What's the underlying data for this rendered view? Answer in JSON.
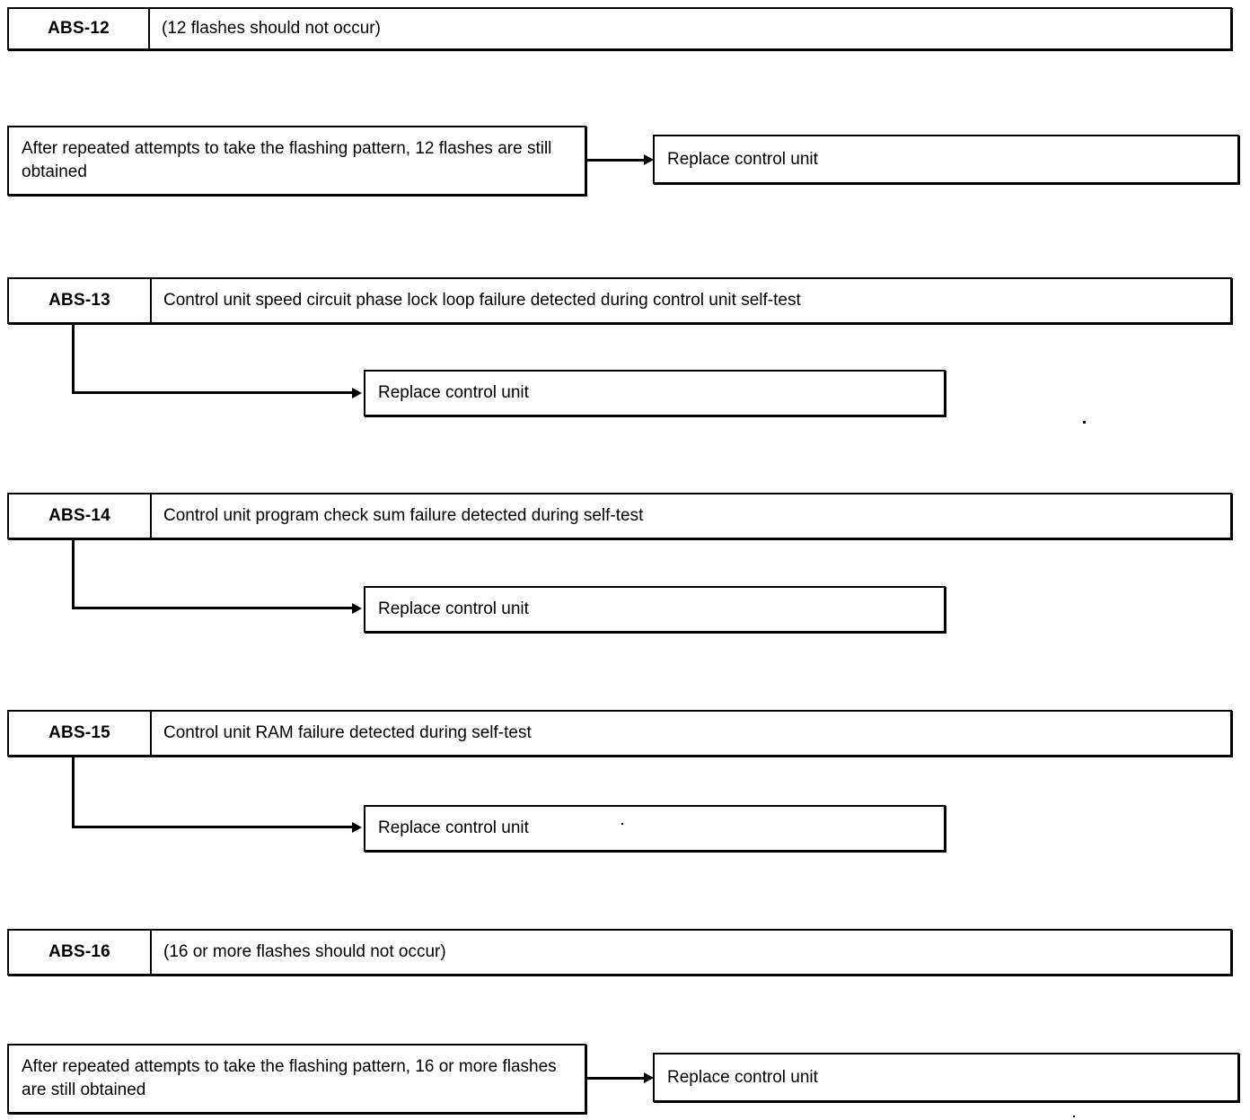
{
  "document": {
    "title": "ABS Diagnostic Trouble Code Flow Chart",
    "type": "flowchart",
    "background_color": "#ffffff",
    "line_color": "#000000"
  },
  "sections": [
    {
      "id": "abs-12",
      "code": "ABS-12",
      "description": "(12 flashes should not occur)",
      "condition": "After repeated attempts to take the flashing pattern, 12 flashes are still obtained",
      "action": "Replace control unit",
      "connector": "horizontal"
    },
    {
      "id": "abs-13",
      "code": "ABS-13",
      "description": "Control unit speed circuit phase lock loop failure detected during control unit self-test",
      "action": "Replace control unit",
      "connector": "elbow"
    },
    {
      "id": "abs-14",
      "code": "ABS-14",
      "description": "Control unit program check sum failure detected during self-test",
      "action": "Replace control unit",
      "connector": "elbow"
    },
    {
      "id": "abs-15",
      "code": "ABS-15",
      "description": "Control unit RAM failure detected during self-test",
      "action": "Replace control unit",
      "connector": "elbow"
    },
    {
      "id": "abs-16",
      "code": "ABS-16",
      "description": "(16 or more flashes should not occur)",
      "condition": "After repeated attempts to take the flashing pattern, 16 or more flashes are still obtained",
      "action": "Replace control unit",
      "connector": "horizontal"
    }
  ]
}
